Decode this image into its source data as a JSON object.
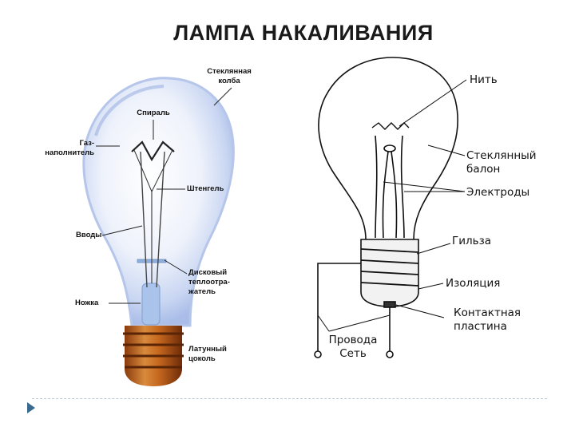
{
  "title": "ЛАМПА НАКАЛИВАНИЯ",
  "left_labels": {
    "glass_bulb": "Стеклянная колба",
    "spiral": "Спираль",
    "gas_filler": "Газ-наполнитель",
    "stem": "Штенгель",
    "leads": "Вводы",
    "disk_reflector": "Дисковый теплоотра-жатель",
    "foot": "Ножка",
    "brass_base": "Латунный цоколь"
  },
  "right_labels": {
    "filament": "Нить",
    "glass_bulb": "Стеклянный балон",
    "electrodes": "Электроды",
    "sleeve": "Гильза",
    "insulation": "Изоляция",
    "contact_plate": "Контактная пластина",
    "wires": "Провода",
    "network": "Сеть"
  },
  "colors": {
    "base_copper": "#c4661e",
    "bulb_glow": "#c9d6f2",
    "accent": "#3b6a8f"
  }
}
